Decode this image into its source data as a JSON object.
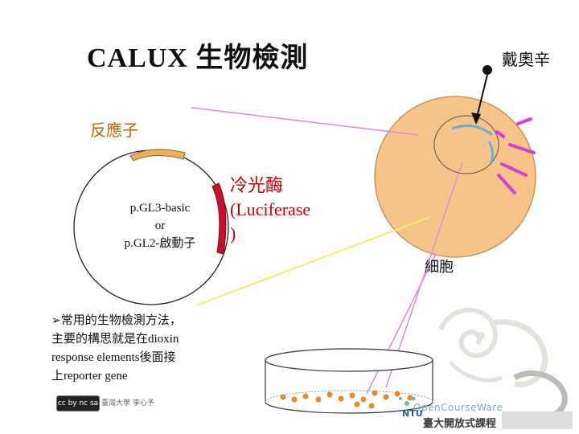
{
  "title": "CALUX  生物檢測",
  "dioxin_label": "戴奧辛",
  "promoter_label": "反應子",
  "plasmid": {
    "line1": "p.GL3-basic",
    "line2": "or",
    "line3": "p.GL2-啟動子"
  },
  "luciferase": {
    "line1": "冷光酶",
    "line2": "(Luciferase",
    "line3": ")"
  },
  "cell_label": "細胞",
  "bullet": {
    "marker": "➢",
    "line1": "常用的生物檢測方法，",
    "line2": "主要的構思就是在dioxin",
    "line3": "response elements後面接",
    "line4": "上reporter gene"
  },
  "footer": {
    "cc_badge": "cc by nc sa",
    "cc_text": "臺灣大學 李心予",
    "ocw_en": "OpenCourseWare",
    "ocw_zh": "臺大開放式課程",
    "ntu": "NTU"
  },
  "colors": {
    "cell_fill": "#f6c489",
    "cell_stroke": "#c9935a",
    "promoter_fill": "#f3b04a",
    "luciferase_red": "#cc0000",
    "luciferase_bar": "#c8102e",
    "ray_magenta": "#d43fd4",
    "sample_dot": "#e88a2a",
    "arrow_yellow": "#f2ef6a",
    "arrow_magenta": "#d98bd9"
  },
  "icons": [
    "dioxin-molecule-icon",
    "ocw-logo-icon",
    "ntu-seal-icon",
    "cc-license-icon",
    "dragon-watermark-icon"
  ]
}
